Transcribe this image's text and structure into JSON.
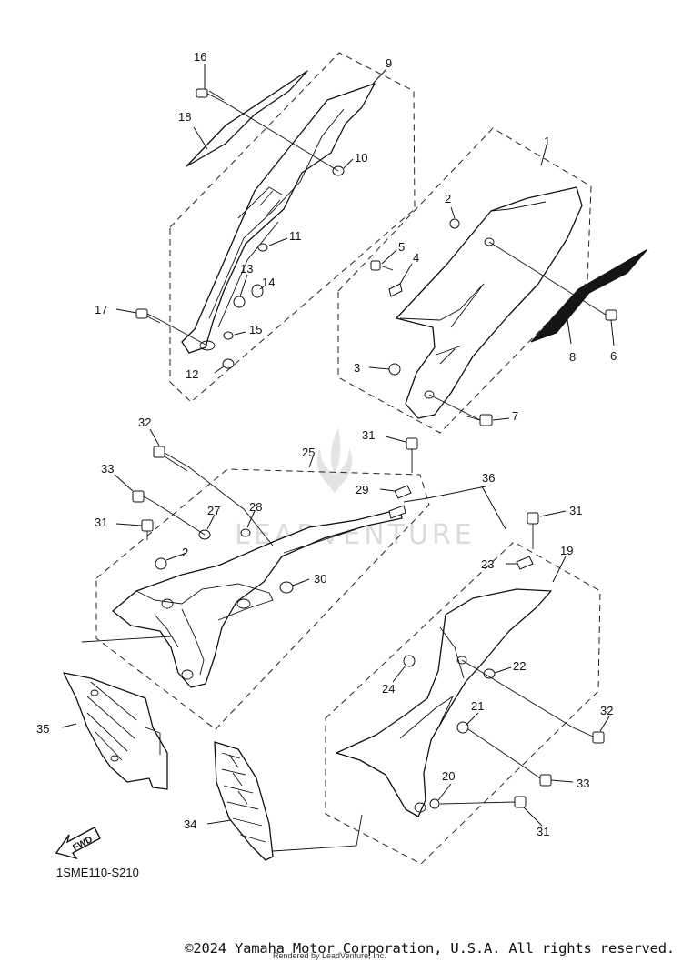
{
  "diagram": {
    "code": "1SME110-S210",
    "fwd_label": "FWD",
    "watermark": "LEADVENTURE",
    "copyright": "©2024 Yamaha Motor Corporation, U.S.A. All rights reserved.",
    "rendered_by": "Rendered by LeadVenture, Inc.",
    "callouts": [
      "1",
      "2",
      "3",
      "4",
      "5",
      "6",
      "7",
      "8",
      "9",
      "10",
      "11",
      "12",
      "13",
      "14",
      "15",
      "16",
      "17",
      "18",
      "2",
      "19",
      "20",
      "21",
      "22",
      "23",
      "24",
      "25",
      "27",
      "28",
      "29",
      "30",
      "31",
      "31",
      "31",
      "31",
      "32",
      "32",
      "33",
      "33",
      "34",
      "35",
      "36"
    ]
  }
}
